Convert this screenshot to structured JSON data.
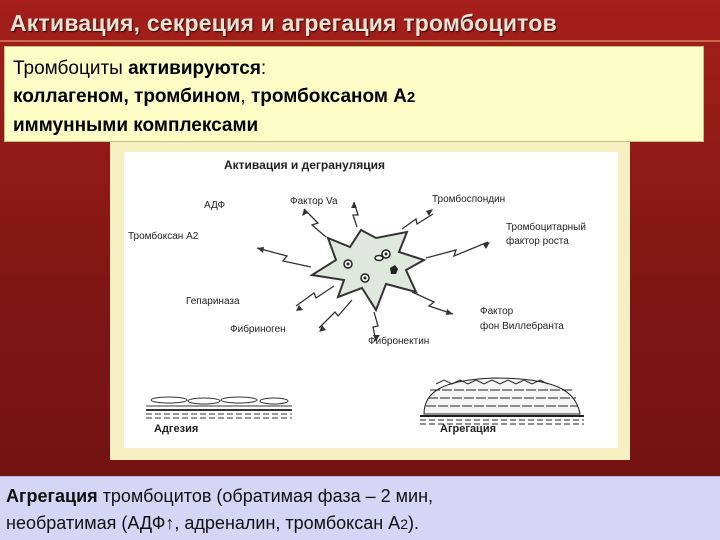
{
  "slide": {
    "title": "Активация, секреция и агрегация тромбоцитов"
  },
  "box1": {
    "line1_normal": "Тромбоциты ",
    "line1_bold": "активируются",
    "line1_colon": ":",
    "line2_bold1": "коллагеном, тромбином",
    "line2_sep": ", ",
    "line2_bold2": "тромбоксаном А",
    "line2_sub": "2",
    "line3_bold": "иммунными комплексами"
  },
  "figure": {
    "heading": "Активация и дегрануляция",
    "labels": {
      "adf": "АДФ",
      "factor_va": "Фактор Va",
      "thrombospondin": "Тромбоспондин",
      "thromboxane": "Тромбоксан А2",
      "growth_factor_1": "Тромбоцитарный",
      "growth_factor_2": "фактор роста",
      "heparinase": "Гепариназа",
      "fibrinogen": "Фибриноген",
      "vwf_1": "Фактор",
      "vwf_2": "фон Виллебранта",
      "fibronectin": "Фибронектин",
      "adhesion": "Адгезия",
      "aggregation": "Агрегация"
    }
  },
  "box2": {
    "bold": "Агрегация",
    "line1_rest": " тромбоцитов (обратимая фаза – 2 мин,",
    "line2_a": "необратимая (АДФ↑, адреналин, тромбоксан А",
    "line2_sub": "2",
    "line2_end": ")."
  },
  "colors": {
    "background": "#8a1a17",
    "title_text": "#e9e3d4",
    "box1": "#fdfdc6",
    "box2": "#d5d5f6",
    "figure_frame": "#f6efc2",
    "cell_fill": "#dfe8dd"
  }
}
